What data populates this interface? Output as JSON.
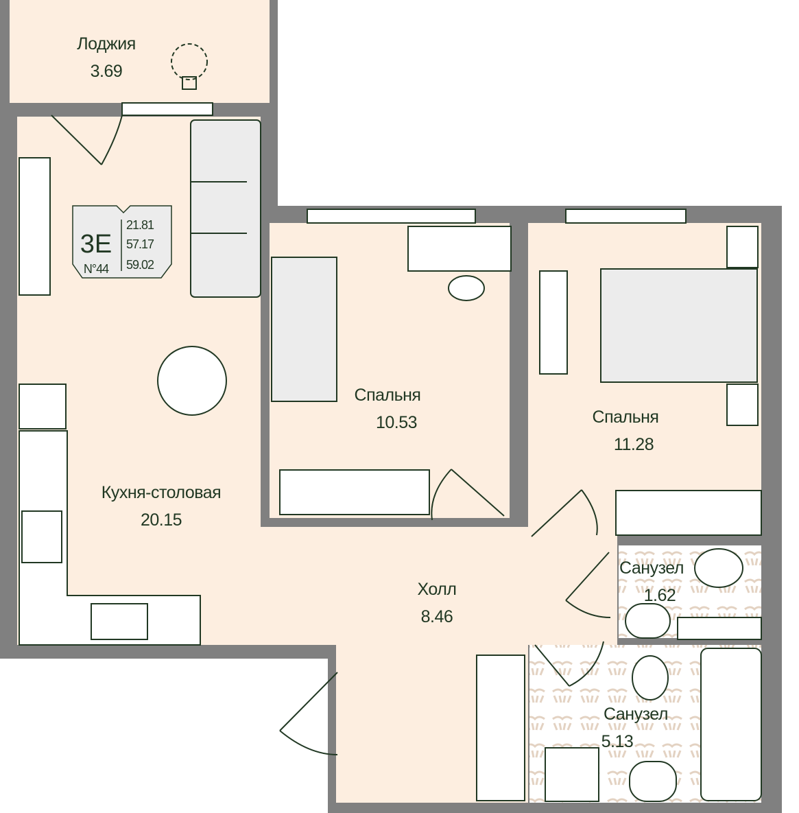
{
  "colors": {
    "wall": "#808080",
    "floor": "#fdeee0",
    "ink": "#213823",
    "furniture": "#ececec",
    "tile": "#e3d2c2"
  },
  "badge": {
    "type": "3E",
    "number": "N°44",
    "areas": [
      "21.81",
      "57.17",
      "59.02"
    ]
  },
  "rooms": [
    {
      "name": "Лоджия",
      "area": "3.69"
    },
    {
      "name": "Кухня-столовая",
      "area": "20.15"
    },
    {
      "name": "Спальня",
      "area": "10.53"
    },
    {
      "name": "Спальня",
      "area": "11.28"
    },
    {
      "name": "Холл",
      "area": "8.46"
    },
    {
      "name": "Санузел",
      "area": "1.62"
    },
    {
      "name": "Санузел",
      "area": "5.13"
    }
  ]
}
